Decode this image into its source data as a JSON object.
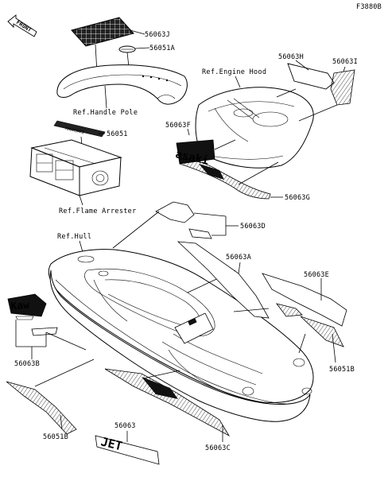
{
  "figure_code": "F3880B",
  "direction_label": "FRONT",
  "part_labels": [
    {
      "id": "p_56063J",
      "text": "56063J"
    },
    {
      "id": "p_56051A",
      "text": "56051A"
    },
    {
      "id": "p_56063H",
      "text": "56063H"
    },
    {
      "id": "p_56063I",
      "text": "56063I"
    },
    {
      "id": "p_56051",
      "text": "56051"
    },
    {
      "id": "p_56063F",
      "text": "56063F"
    },
    {
      "id": "p_56063G",
      "text": "56063G"
    },
    {
      "id": "p_56063D",
      "text": "56063D"
    },
    {
      "id": "p_56063A",
      "text": "56063A"
    },
    {
      "id": "p_56063E",
      "text": "56063E"
    },
    {
      "id": "p_56063B",
      "text": "56063B"
    },
    {
      "id": "p_56051B_right",
      "text": "56051B"
    },
    {
      "id": "p_56051B_bottom",
      "text": "56051B"
    },
    {
      "id": "p_56063",
      "text": "56063"
    },
    {
      "id": "p_56063C",
      "text": "56063C"
    }
  ],
  "ref_labels": [
    {
      "id": "ref_engine_hood",
      "text": "Ref.Engine Hood"
    },
    {
      "id": "ref_handle_pole",
      "text": "Ref.Handle Pole"
    },
    {
      "id": "ref_flame_arrester",
      "text": "Ref.Flame Arrester"
    },
    {
      "id": "ref_hull",
      "text": "Ref.Hull"
    }
  ],
  "decal_text": {
    "hood_decal": "asaki",
    "hull_side": "Kaw",
    "model": "JET"
  }
}
